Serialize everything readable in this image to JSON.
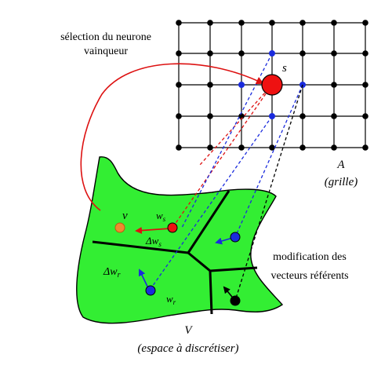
{
  "caption_selection": {
    "line1": "sélection du neurone",
    "line2": "vainqueur"
  },
  "winner_label": "s",
  "grid_caption": {
    "line1": "A",
    "line2": "(grille)"
  },
  "input_label": "v",
  "winner_weight_label": {
    "base": "w",
    "sub": "s"
  },
  "winner_delta_label": {
    "base": "Δw",
    "sub": "s"
  },
  "neighbor_weight_label": {
    "base": "w",
    "sub": "r"
  },
  "neighbor_delta_label": {
    "base": "Δw",
    "sub": "r"
  },
  "caption_modification": {
    "line1": "modification des",
    "line2": "vecteurs référents"
  },
  "space_caption": {
    "line1": "V",
    "line2": "(espace à discrétiser)"
  },
  "colors": {
    "region_fill": "#33ee33",
    "winner": "#ee1111",
    "input_point": "#f08a30",
    "neighbor": "#1a2bdd",
    "grid_node": "#000000",
    "arrow_red": "#dd1111",
    "arrow_blue": "#1a2bdd"
  }
}
